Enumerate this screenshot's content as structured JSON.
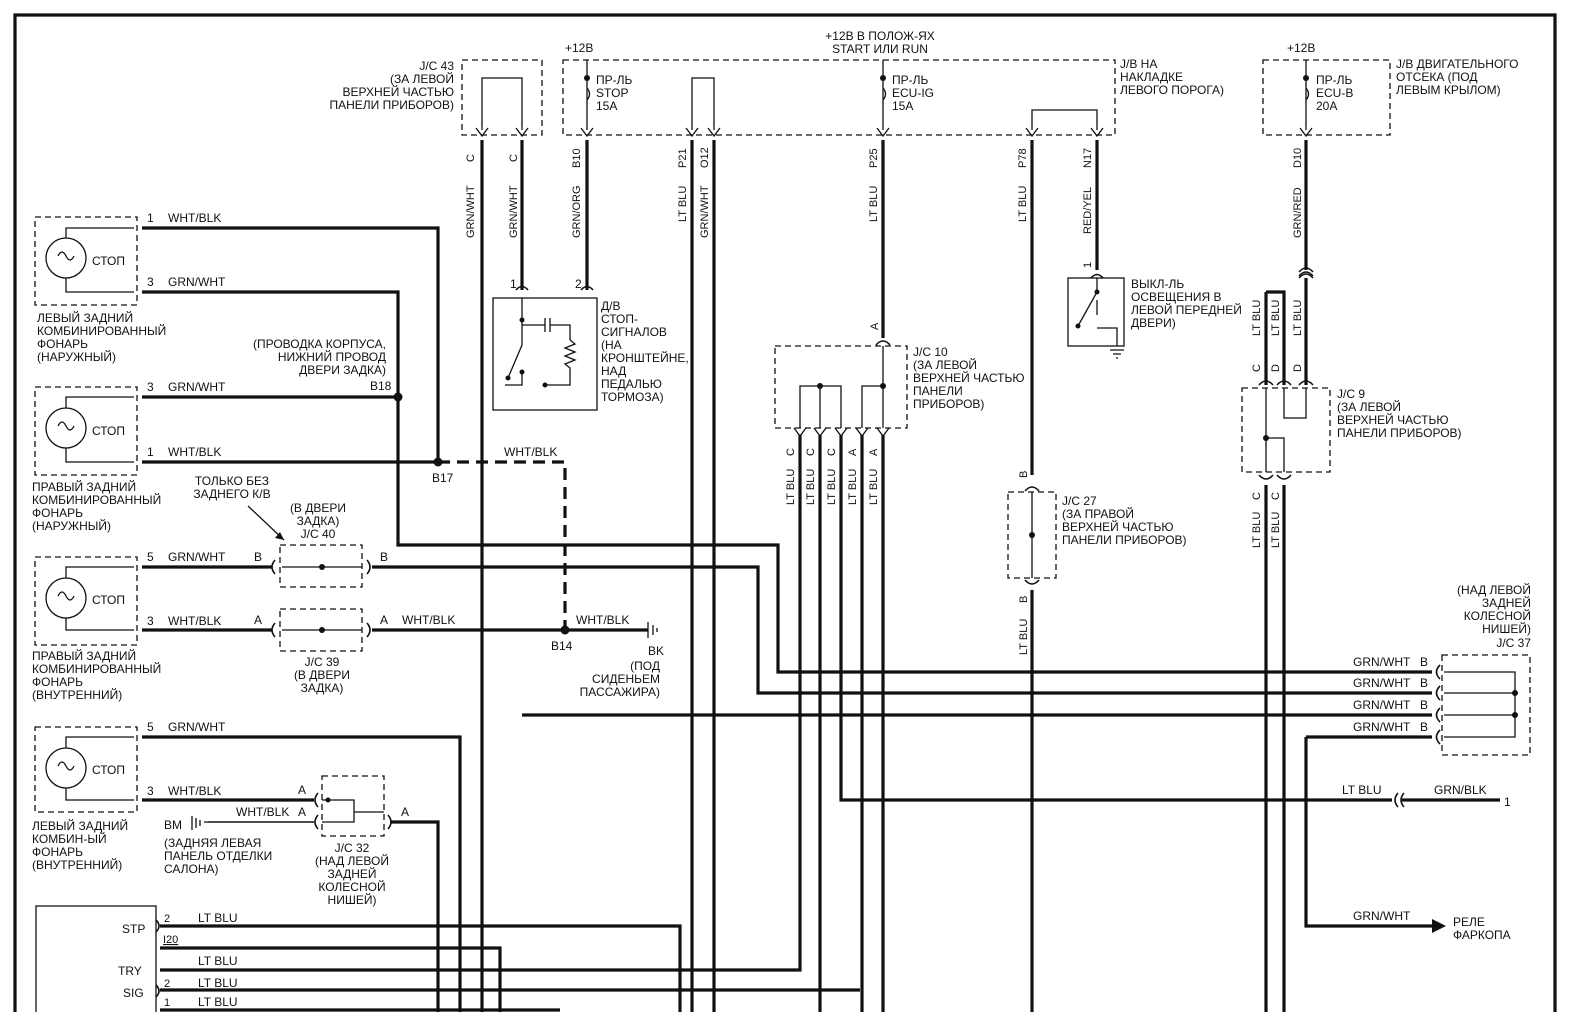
{
  "power": {
    "plus12_1": "+12В",
    "plus12_2": "+12В",
    "ign_line1": "+12В В ПОЛОЖ-ЯХ",
    "ign_line2": "START ИЛИ RUN"
  },
  "jc43": {
    "l1": "J/C 43",
    "l2": "(ЗА ЛЕВОЙ",
    "l3": "ВЕРХНЕЙ ЧАСТЬЮ",
    "l4": "ПАНЕЛИ ПРИБОРОВ)"
  },
  "jb_sill": {
    "l1": "J/B НА",
    "l2": "НАКЛАДКЕ",
    "l3": "ЛЕВОГО ПОРОГА)"
  },
  "jb_engine": {
    "l1": "J/B ДВИГАТЕЛЬНОГО",
    "l2": "ОТСЕКА (ПОД",
    "l3": "ЛЕВЫМ КРЫЛОМ)"
  },
  "fuses": {
    "stop": {
      "l1": "ПР-ЛЬ",
      "l2": "STOP",
      "l3": "15A"
    },
    "ecuig": {
      "l1": "ПР-ЛЬ",
      "l2": "ECU-IG",
      "l3": "15A"
    },
    "ecub": {
      "l1": "ПР-ЛЬ",
      "l2": "ECU-B",
      "l3": "20A"
    }
  },
  "pins_top": [
    "C",
    "C",
    "B10",
    "P21",
    "O12",
    "P25",
    "P78",
    "N17",
    "D10"
  ],
  "wire_colors_top": [
    "GRN/WHT",
    "GRN/WHT",
    "GRN/ORG",
    "LT BLU",
    "GRN/WHT",
    "LT BLU",
    "LT BLU",
    "RED/YEL",
    "GRN/RED"
  ],
  "lamps": {
    "stop_label": "СТОП",
    "lamp1": {
      "l1": "ЛЕВЫЙ ЗАДНИЙ",
      "l2": "КОМБИНИРОВАННЫЙ",
      "l3": "ФОНАРЬ",
      "l4": "(НАРУЖНЫЙ)",
      "pin_a": "1",
      "wire_a": "WHT/BLK",
      "pin_b": "3",
      "wire_b": "GRN/WHT"
    },
    "lamp2": {
      "l1": "ПРАВЫЙ ЗАДНИЙ",
      "l2": "КОМБИНИРОВАННЫЙ",
      "l3": "ФОНАРЬ",
      "l4": "(НАРУЖНЫЙ)",
      "pin_a": "3",
      "wire_a": "GRN/WHT",
      "pin_b": "1",
      "wire_b": "WHT/BLK"
    },
    "lamp3": {
      "l1": "ПРАВЫЙ ЗАДНИЙ",
      "l2": "КОМБИНИРОВАННЫЙ",
      "l3": "ФОНАРЬ",
      "l4": "(ВНУТРЕННИЙ)",
      "pin_a": "5",
      "wire_a": "GRN/WHT",
      "pin_b": "3",
      "wire_b": "WHT/BLK"
    },
    "lamp4": {
      "l1": "ЛЕВЫЙ ЗАДНИЙ",
      "l2": "КОМБИН-ЫЙ",
      "l3": "ФОНАРЬ",
      "l4": "(ВНУТРЕННИЙ)",
      "pin_a": "5",
      "wire_a": "GRN/WHT",
      "pin_b": "3",
      "wire_b": "WHT/BLK"
    }
  },
  "body_wiring": {
    "l1": "(ПРОВОДКА КОРПУСА,",
    "l2": "НИЖНИЙ ПРОВОД",
    "l3": "ДВЕРИ ЗАДКА)",
    "b18": "B18",
    "b17": "B17",
    "wire": "WHT/BLK"
  },
  "only_without": {
    "l1": "ТОЛЬКО БЕЗ",
    "l2": "ЗАДНЕГО К/В"
  },
  "jc40": {
    "l1": "(В ДВЕРИ",
    "l2": "ЗАДКА)",
    "l3": "J/C 40",
    "pin_l": "B",
    "pin_r": "B"
  },
  "jc39": {
    "l1": "J/C 39",
    "l2": "(В ДВЕРИ",
    "l3": "ЗАДКА)",
    "pin_l": "A",
    "pin_r": "A",
    "wire": "WHT/BLK"
  },
  "b14": {
    "splice": "B14",
    "wire": "WHT/BLK",
    "ground": "BK",
    "l1": "(ПОД",
    "l2": "СИДЕНЬЕМ",
    "l3": "ПАССАЖИРА)"
  },
  "stop_switch": {
    "pin1": "1",
    "pin2": "2",
    "l1": "Д/В",
    "l2": "СТОП-",
    "l3": "СИГНАЛОВ",
    "l4": "(НА",
    "l5": "КРОНШТЕЙНЕ,",
    "l6": "НАД",
    "l7": "ПЕДАЛЬЮ",
    "l8": "ТОРМОЗА)"
  },
  "jc10": {
    "l1": "J/C 10",
    "l2": "(ЗА ЛЕВОЙ",
    "l3": "ВЕРХНЕЙ ЧАСТЬЮ",
    "l4": "ПАНЕЛИ",
    "l5": "ПРИБОРОВ)",
    "pin_in": "A",
    "pins": [
      "C",
      "C",
      "C",
      "A",
      "A"
    ],
    "wire": "LT BLU"
  },
  "door_switch": {
    "pin": "1",
    "l1": "ВЫКЛ-ЛЬ",
    "l2": "ОСВЕЩЕНИЯ В",
    "l3": "ЛЕВОЙ ПЕРЕДНЕЙ",
    "l4": "ДВЕРИ)"
  },
  "jc27": {
    "pin_top": "B",
    "pin_bot": "B",
    "l1": "J/C 27",
    "l2": "(ЗА ПРАВОЙ",
    "l3": "ВЕРХНЕЙ ЧАСТЬЮ",
    "l4": "ПАНЕЛИ ПРИБОРОВ)",
    "wire": "LT BLU"
  },
  "jc9": {
    "pins_top": [
      "C",
      "D",
      "D"
    ],
    "pins_bot": [
      "C",
      "C"
    ],
    "wires_top": [
      "LT BLU",
      "LT BLU",
      "LT BLU"
    ],
    "wires_bot": [
      "LT BLU",
      "LT BLU"
    ],
    "l1": "J/C 9",
    "l2": "(ЗА ЛЕВОЙ",
    "l3": "ВЕРХНЕЙ ЧАСТЬЮ",
    "l4": "ПАНЕЛИ ПРИБОРОВ)"
  },
  "jc37": {
    "l1": "(НАД ЛЕВОЙ",
    "l2": "ЗАДНЕЙ",
    "l3": "КОЛЕСНОЙ",
    "l4": "НИШЕЙ)",
    "l5": "J/C 37",
    "wire": "GRN/WHT",
    "pin": "B"
  },
  "jc32": {
    "l1": "J/C 32",
    "l2": "(НАД ЛЕВОЙ",
    "l3": "ЗАДНЕЙ",
    "l4": "КОЛЕСНОЙ",
    "l5": "НИШЕЙ)",
    "pin": "A",
    "wire": "WHT/BLK"
  },
  "bm": {
    "code": "BM",
    "l1": "(ЗАДНЯЯ ЛЕВАЯ",
    "l2": "ПАНЕЛЬ ОТДЕЛКИ",
    "l3": "САЛОНА)"
  },
  "right_conn": {
    "wire_l": "LT BLU",
    "wire_r": "GRN/BLK",
    "pin": "1"
  },
  "relay": {
    "wire": "GRN/WHT",
    "l1": "РЕЛЕ",
    "l2": "ФАРКОПА"
  },
  "ecu": {
    "stp": "STP",
    "try": "TRY",
    "sig": "SIG",
    "i20": "I20",
    "pin2a": "2",
    "pin2b": "2",
    "pin1": "1",
    "wire": "LT BLU"
  }
}
